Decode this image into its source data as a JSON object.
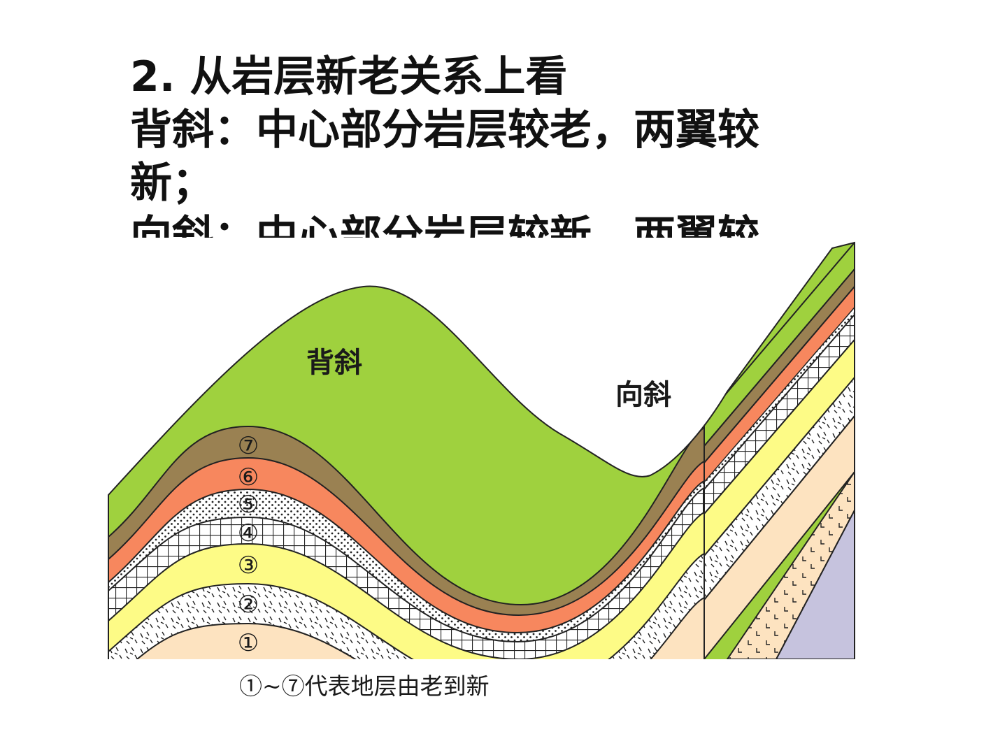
{
  "title_lines": [
    "2. 从岩层新老关系上看",
    "背斜：中心部分岩层较老，两翼较",
    "新；",
    "向斜：中心部分岩层较新，两翼较"
  ],
  "labels": {
    "anticline": "背斜",
    "syncline": "向斜",
    "caption": "①~⑦代表地层由老到新"
  },
  "strata": [
    {
      "id": "①",
      "name": "layer-1",
      "color": "#fde3c0",
      "pattern": "none"
    },
    {
      "id": "②",
      "name": "layer-2",
      "color": "#ffffff",
      "pattern": "dashes"
    },
    {
      "id": "③",
      "name": "layer-3",
      "color": "#fdfb86",
      "pattern": "none"
    },
    {
      "id": "④",
      "name": "layer-4",
      "color": "#ffffff",
      "pattern": "grid"
    },
    {
      "id": "⑤",
      "name": "layer-5",
      "color": "#ffffff",
      "pattern": "dots"
    },
    {
      "id": "⑥",
      "name": "layer-6",
      "color": "#f7875e",
      "pattern": "none"
    },
    {
      "id": "⑦",
      "name": "layer-7",
      "color": "#9a8152",
      "pattern": "none"
    }
  ],
  "colors": {
    "top_layer": "#9fd13e",
    "deep_layer": "#c6c3de",
    "outline": "#222222"
  }
}
